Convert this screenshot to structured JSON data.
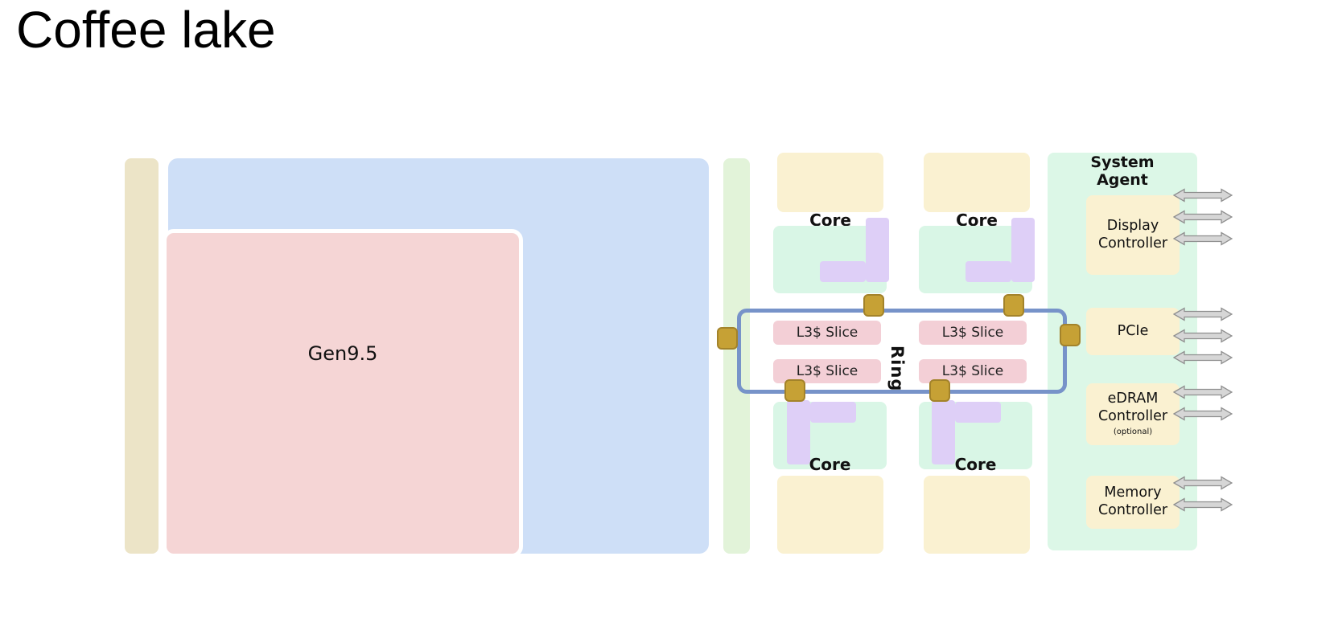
{
  "title": "Coffee lake",
  "gpu": {
    "label": "Gen9.5"
  },
  "cores": [
    {
      "label": "Core"
    },
    {
      "label": "Core"
    },
    {
      "label": "Core"
    },
    {
      "label": "Core"
    }
  ],
  "l3_slices": [
    {
      "label": "L3$ Slice"
    },
    {
      "label": "L3$ Slice"
    },
    {
      "label": "L3$ Slice"
    },
    {
      "label": "L3$ Slice"
    }
  ],
  "ring": {
    "label": "Ring"
  },
  "system_agent": {
    "title": "System Agent",
    "blocks": [
      {
        "label": "Display Controller",
        "arrows": 3
      },
      {
        "label": "PCIe",
        "arrows": 3
      },
      {
        "label": "eDRAM Controller",
        "note": "(optional)",
        "arrows": 2
      },
      {
        "label": "Memory Controller",
        "arrows": 2
      }
    ]
  },
  "colors": {
    "gpu_pink": "#f5d5d5",
    "region_blue": "#cedff7",
    "io_tan": "#ece4c7",
    "green_strip": "#e2f3d9",
    "core_cream": "#faf1d1",
    "core_mint": "#d9f6e6",
    "core_purple": "#decff7",
    "slice_pink": "#f3cfd6",
    "ring_blue": "#7793c9",
    "ring_stop_gold": "#c6a135",
    "system_agent_mint": "#dcf7e7",
    "arrow_gray": "#d6d6d6"
  }
}
